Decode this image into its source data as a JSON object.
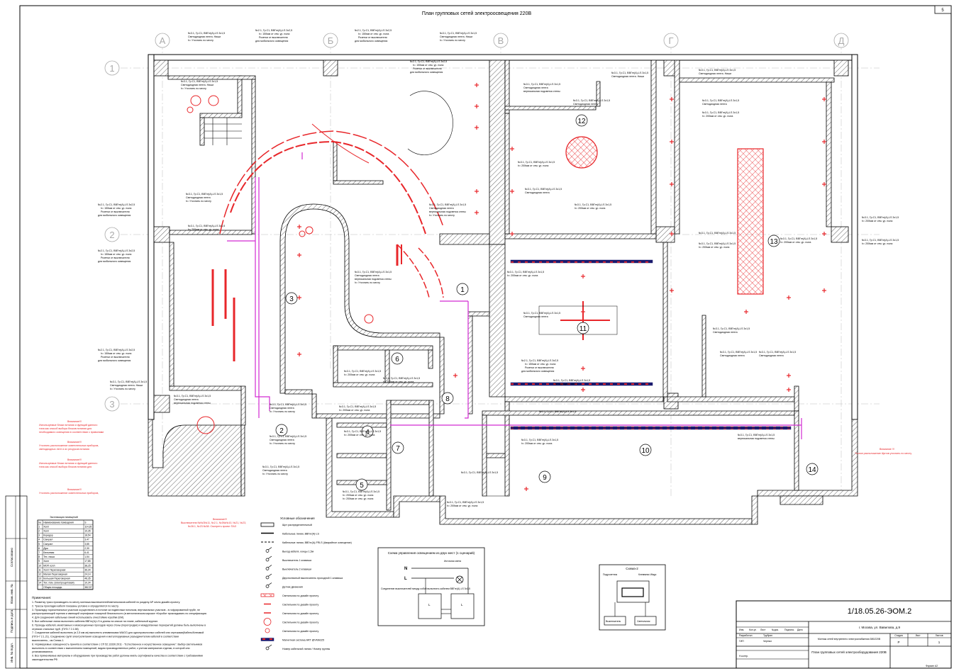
{
  "sheet": {
    "title": "План групповых сетей электроосвещения 220В",
    "sheet_corner_number": "5",
    "format": "Формат А2"
  },
  "grid": {
    "columns": [
      "А",
      "Б",
      "В",
      "Г",
      "Д"
    ],
    "rows": [
      "1",
      "2",
      "3"
    ]
  },
  "rooms": [
    "1",
    "2",
    "3",
    "4",
    "5",
    "6",
    "7",
    "8",
    "9",
    "10",
    "11",
    "12",
    "13",
    "14"
  ],
  "circuit_labels": [
    "№2.1, Гр.С1, ВВГнг(А)-LS 3х2,5",
    "h= 150мм от отм. ур. пола",
    "Розетки от выключателя",
    "для мобильного освещения",
    "№3.1, Гр.С1, ВВГнг(А)-LS 3х1,5",
    "Светодиодная лента. Ниши",
    "h= Уточнить по месту",
    "h= 200мм от отм. ур. пола",
    "Светодиодная лента",
    "вертикальная подсветка стены"
  ],
  "notes_red": {
    "heading": "Внимание!!!",
    "lines": [
      "Используемые блоки питания и функций данного",
      "типа как способ выбора блоков питания для",
      "необходимого освещения в соответствии с правилами",
      "Уточнить расположение осветительных приборов,",
      "светодиодных лент и их ресурсов питания"
    ],
    "center_heading": "Внимание!!!",
    "center_lines": [
      "Выключатели №№3№11, №2.1, №3№№10, №21, №23,",
      "№28.1, №23.№38. Смотреть проект ПАЗ"
    ],
    "right_heading": "Внимание !!!",
    "right_line": "Точное расположение Щитов уточнить по месту"
  },
  "spec_table": {
    "title": "Экспликация помещений",
    "headers": [
      "№",
      "Наименование помещения",
      "S"
    ],
    "rows": [
      [
        "1",
        "Холл",
        "114,35"
      ],
      [
        "2",
        "Холл",
        "10,35"
      ],
      [
        "3",
        "Коридор",
        "18,54"
      ],
      [
        "4",
        "Санузел",
        "3,47"
      ],
      [
        "5",
        "Санузел",
        "3,85"
      ],
      [
        "6",
        "Душ",
        "2,30"
      ],
      [
        "7",
        "Бельевая",
        "6,41"
      ],
      [
        "8",
        "Тех. ниша",
        "1,54"
      ],
      [
        "9",
        "Холл",
        "17,85"
      ],
      [
        "10",
        "МОП холл",
        "38,25"
      ],
      [
        "11",
        "Холл Переговорная",
        "36,34"
      ],
      [
        "12",
        "Малая Переговорная",
        "24,14"
      ],
      [
        "13",
        "Большая Переговорная",
        "48,35"
      ],
      [
        "14",
        "Тех. пом. (электрощитовая)",
        "10,34"
      ],
      [
        "",
        "Общая площадь",
        "382,57"
      ]
    ]
  },
  "legend": {
    "title": "Условные обозначения",
    "items": [
      "Щит распределительный",
      "Кабельные линии, ВВГнг(А)-LS",
      "Кабельные линии, ВВГнг(А)-FRLS (Аварийное освещение)",
      "Выход кабеля, концы 1,5м",
      "Выключатель 1 клавиша",
      "Выключатель 2 клавиши",
      "Двухполюсный выключатель проходной 1 клавиша",
      "Датчик движения",
      "Светильник по дизайн проекту",
      "Светильник по дизайн проекту",
      "Светильник по дизайн проекту",
      "Светильник по дизайн проекту",
      "Светильник по дизайн проекту",
      "Магнитная система ART @VMA325",
      "Номер кабельной линии / Номер группы"
    ]
  },
  "control_scheme": {
    "title": "Схема управления освещением из двух мест (1 сценарий)",
    "n": "N",
    "l": "L",
    "source": "Источник света",
    "connect_note": "Соединение выключателей между собой выполнить кабелем ВВГнг(А)-LS 3х1,5"
  },
  "scheme2": {
    "title": "Схема-2",
    "labels": [
      "Подрозетник",
      "Клеммник Wago",
      "Выключатель",
      "Светильник",
      "ВВГ 3х1,5"
    ]
  },
  "general_notes": {
    "title": "Примечания:",
    "lines": [
      "1.  Разметку трасс производить по месту монтажа выключателей/светильников кабелей по разделу АР и/или дизайн-проекту.",
      "2.  Трассы прокладки кабеля показаны условно и определяются по месту.",
      "3.  Прокладку горизонтальных участков осуществлять в потолке за подвесным потолком, вертикальных участков - в гофрированной трубе, не",
      "     распространяющей горения и имеющей сертификат пожарной безопасности (в металлическом каркасе «Короба» прокладывать по спецификации.",
      "4.  Для соединения кабельных линий использовать огнестойкие коробки (ЕМ).",
      "5.  Все кабельные линии выполнить кабелем ВВГнг(А)-LS в длины на описке на плане, кабельный журнал.",
      "6.  Проходы кабелей, межэтажных и межсекционных проходов через стены (перегородки) и междуэтажных перекрытий должны быть выполнены в",
      "     отрезках стальных труб. (ПУЭ-7 2.1.58)",
      "7.  Соединение кабелей выполнять (в 2,5 мм кв) выполнять клеммниками WAGO для однопроволочных кабелей или отрезками(Кабель/Клеммой",
      "     (ПУЭ-7 2.1.21). Соединение групп электропитания освещения и металлорукавных разъединителем кабелей в соответствии",
      "     выключатель., см.Схема-1.",
      "8.  Нормируемые освещенность принята в соответствии с СП 52.13330.2011 - \"Естественное и искусственное освещение\". Выбор светильников",
      "     выполнить в соответствии с выполнением помещений, видом производственных работ, с учетом материалов отделки, в которой они",
      "     устанавливаются.",
      "9.  Все применяемые материалы и оборудование при производстве работ должны иметь сертификаты качества в соответствии с требованиями",
      "     законодательства РФ."
    ]
  },
  "title_block": {
    "code": "1/18.05.26-ЭОМ.2",
    "address": "г. Москва, ул. Вавилова, д.9",
    "project_name": "Монтаж сетей внутреннего электроснабжения 380/220В",
    "drawing_name": "План групповых сетей электрооборудования 220В",
    "headers": [
      "Изм.",
      "Кол.уч",
      "Лист",
      "№док.",
      "Подпись",
      "Дата"
    ],
    "roles": [
      "Разработал",
      "ГИП",
      "Н.контр."
    ],
    "names": [
      "Трубрин",
      "Черных"
    ],
    "stage_labels": [
      "Стадия",
      "Лист",
      "Листов"
    ],
    "stage": "Р",
    "sheet_no": "",
    "sheets_total": "1"
  },
  "side_stamp": [
    "Инв. № подл.",
    "Подпись и дата",
    "Взам. инв. №",
    "Согласовано"
  ]
}
